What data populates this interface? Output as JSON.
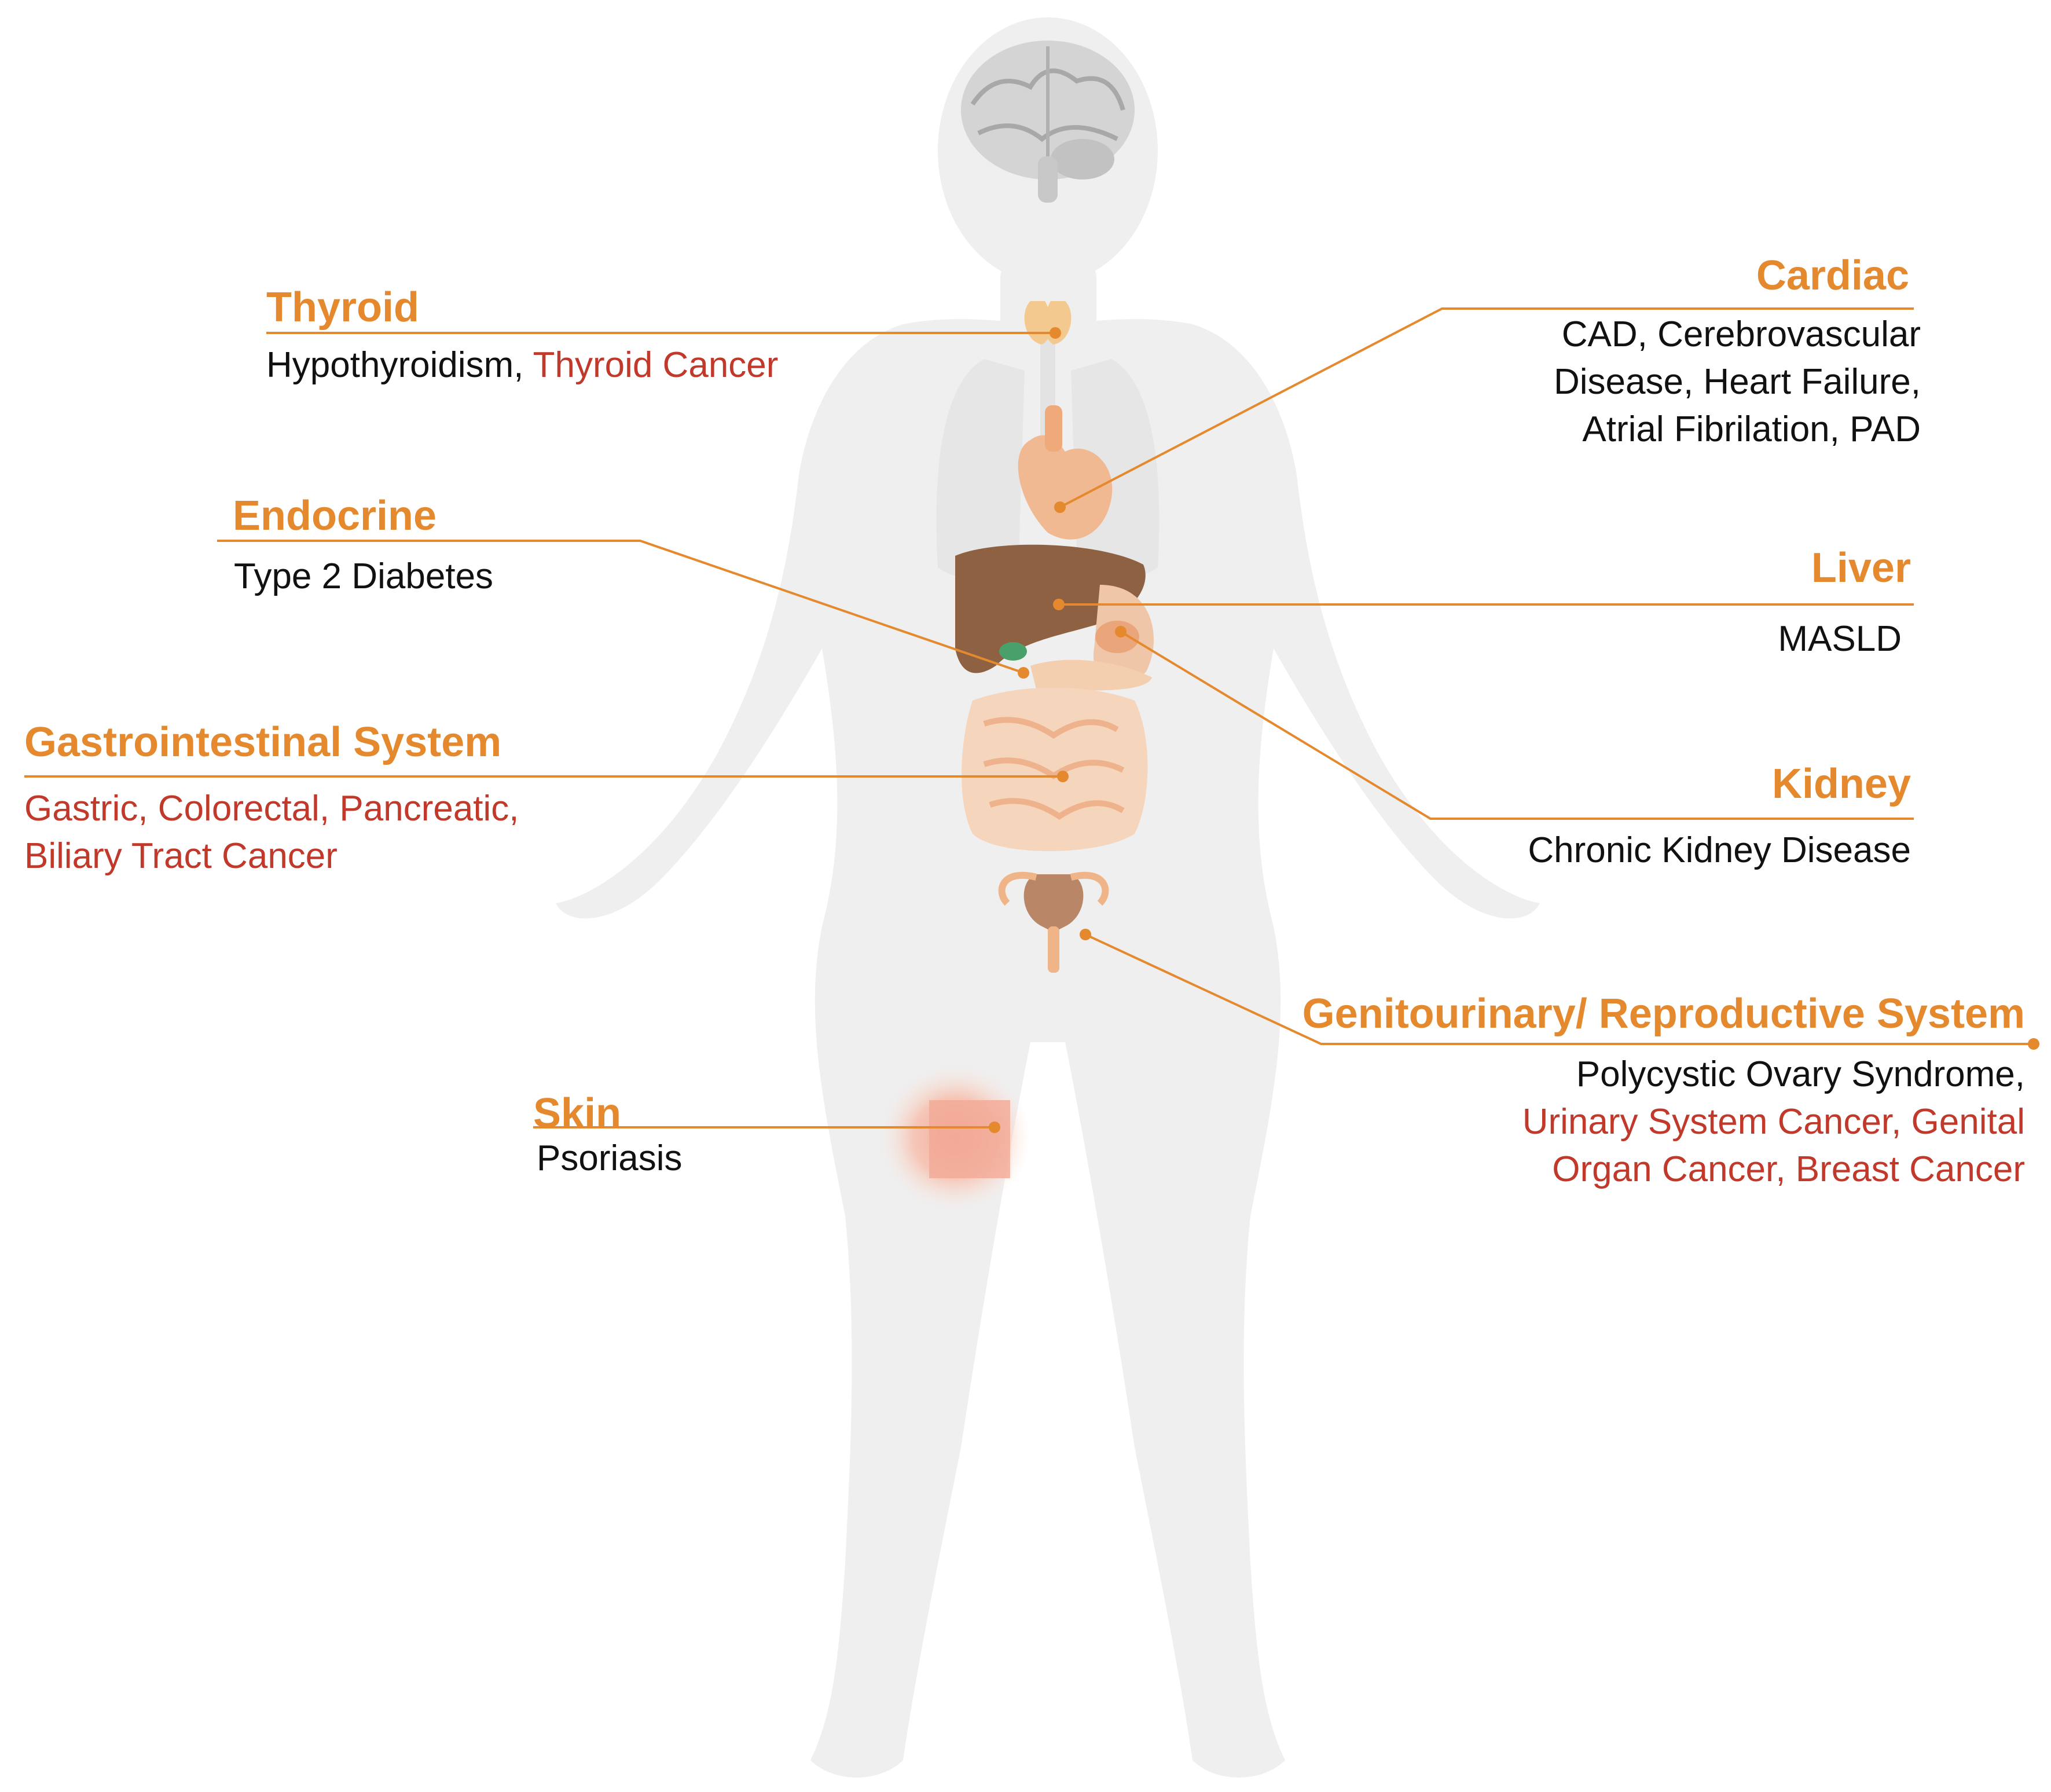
{
  "colors": {
    "title": "#e5892e",
    "leader": "#e5892e",
    "normal_text": "#111111",
    "cancer_text": "#c0392b",
    "body": "#efefef",
    "organ_light": "#f6d5bd",
    "organ_mid": "#efb487",
    "liver": "#8f6143",
    "brain": "#cfcfcf",
    "skin_lesion": "#f5a494"
  },
  "icons": [
    "brain-icon",
    "thyroid-icon",
    "lungs-icon",
    "heart-icon",
    "liver-icon",
    "kidney-icon",
    "intestine-icon",
    "uterus-icon",
    "skin-lesion-icon"
  ],
  "labels": {
    "thyroid": {
      "title": "Thyroid",
      "line1": "Hypothyroidism, ",
      "line1_cancer": "Thyroid Cancer"
    },
    "endocrine": {
      "title": "Endocrine",
      "line1": "Type 2 Diabetes"
    },
    "gi": {
      "title": "Gastrointestinal System",
      "line1": "Gastric, Colorectal, Pancreatic,",
      "line2": "Biliary Tract Cancer"
    },
    "skin": {
      "title": "Skin",
      "line1": "Psoriasis"
    },
    "cardiac": {
      "title": "Cardiac",
      "line1": "CAD, Cerebrovascular",
      "line2": "Disease, Heart Failure,",
      "line3": "Atrial Fibrilation, PAD"
    },
    "liver": {
      "title": "Liver",
      "line1": "MASLD"
    },
    "kidney": {
      "title": "Kidney",
      "line1": "Chronic Kidney Disease"
    },
    "genito": {
      "title": "Genitourinary/ Reproductive System",
      "line1": "Polycystic Ovary Syndrome,",
      "line2": "Urinary System Cancer, Genital",
      "line3": "Organ Cancer, Breast Cancer"
    }
  }
}
